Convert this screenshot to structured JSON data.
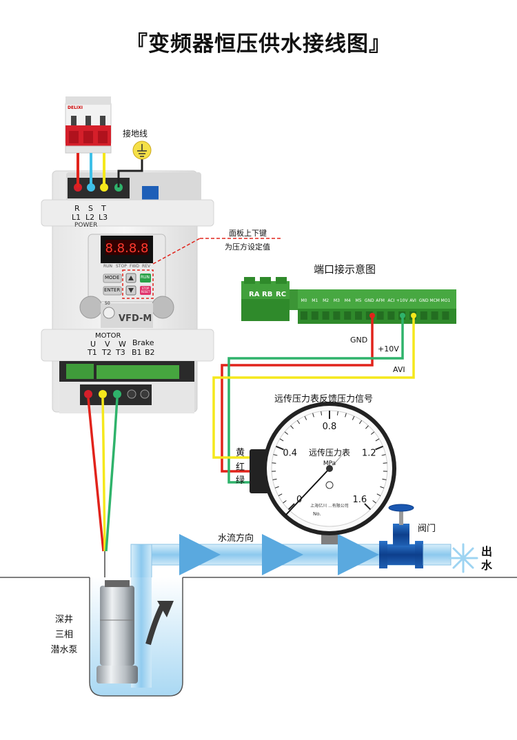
{
  "title": "『变频器恒压供水接线图』",
  "labels": {
    "ground": "接地线",
    "panel_note_line1": "面板上下键",
    "panel_note_line2": "为压方设定值",
    "port_diagram": "端口接示意图",
    "gnd": "GND",
    "plus10v": "+10V",
    "avi": "AVI",
    "gauge_caption": "远传压力表反馈压力信号",
    "wire_yellow": "黄",
    "wire_red": "红",
    "wire_green": "绿",
    "flow_direction": "水流方向",
    "valve": "阀门",
    "outlet_1": "出",
    "outlet_2": "水",
    "pump_1": "深井",
    "pump_2": "三相",
    "pump_3": "潜水泵"
  },
  "breaker": {
    "brand": "DELIXI"
  },
  "inverter": {
    "input_terminals": [
      "R",
      "S",
      "T"
    ],
    "input_line_labels": [
      "L1",
      "L2",
      "L3"
    ],
    "power_label": "POWER",
    "display": "8.8.8.8",
    "leds": [
      "RUN",
      "STOP",
      "FWD",
      "REV"
    ],
    "buttons": {
      "mode": "MODE",
      "enter": "ENTER",
      "run": "RUN",
      "stop": "STOP RESET"
    },
    "dial_value": "50",
    "model": "VFD-M",
    "motor_label": "MOTOR",
    "output_terminals": [
      "U",
      "V",
      "W"
    ],
    "output_line_labels": [
      "T1",
      "T2",
      "T3"
    ],
    "brake_label": "Brake",
    "brake_terminals": [
      "B1",
      "B2"
    ]
  },
  "ports": {
    "relay": [
      "RA",
      "RB",
      "RC"
    ],
    "control": [
      "M0",
      "M1",
      "M2",
      "M3",
      "M4",
      "M5",
      "GND",
      "AFM",
      "ACI",
      "+10V",
      "AVI",
      "GND",
      "MCM",
      "MO1"
    ]
  },
  "gauge": {
    "ticks": [
      "0",
      "0.4",
      "0.8",
      "1.2",
      "1.6"
    ],
    "name": "远传压力表",
    "unit": "MPa",
    "maker": "上海亿川 ...有限公司",
    "number_label": "No."
  },
  "colors": {
    "red": "#e1231b",
    "yellow": "#f5e81c",
    "green": "#2fb36b",
    "cyan": "#3fc0e8",
    "black": "#222222",
    "terminal_green": "#3f9b3a",
    "pipe_blue": "#9ed4f2",
    "dashed_red": "#e1231b"
  }
}
